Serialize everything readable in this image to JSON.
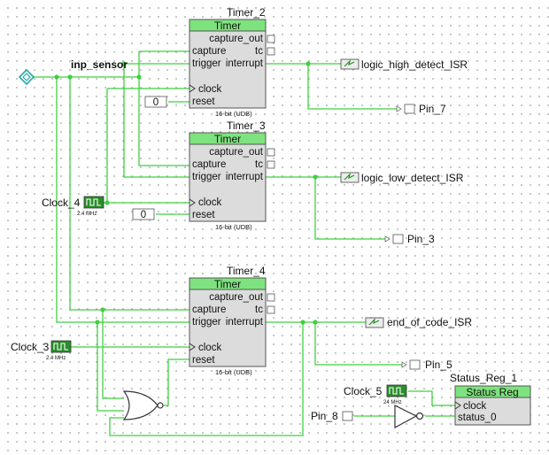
{
  "input": {
    "label": "inp_sensor"
  },
  "timers": [
    {
      "instance": "Timer_2",
      "type": "Timer",
      "footer": "16-bit (UDB)",
      "ports": [
        "capture_out",
        "tc",
        "capture",
        "trigger",
        "interrupt",
        "clock",
        "reset"
      ],
      "reset_value": "0"
    },
    {
      "instance": "Timer_3",
      "type": "Timer",
      "footer": "16-bit (UDB)",
      "ports": [
        "capture_out",
        "tc",
        "capture",
        "trigger",
        "interrupt",
        "clock",
        "reset"
      ],
      "reset_value": "0"
    },
    {
      "instance": "Timer_4",
      "type": "Timer",
      "footer": "16-bit (UDB)",
      "ports": [
        "capture_out",
        "tc",
        "capture",
        "trigger",
        "interrupt",
        "clock",
        "reset"
      ]
    }
  ],
  "clocks": [
    {
      "name": "Clock_4",
      "freq": "2.4 MHz"
    },
    {
      "name": "Clock_3",
      "freq": "2.4 MHz"
    },
    {
      "name": "Clock_5",
      "freq": "24 MHz"
    }
  ],
  "isrs": [
    "logic_high_detect_ISR",
    "logic_low_detect_ISR",
    "end_of_code_ISR"
  ],
  "pins": [
    "Pin_7",
    "Pin_3",
    "Pin_5",
    "Pin_8"
  ],
  "status_reg": {
    "instance": "Status_Reg_1",
    "type": "Status Reg",
    "ports": [
      "clock",
      "status_0"
    ]
  }
}
